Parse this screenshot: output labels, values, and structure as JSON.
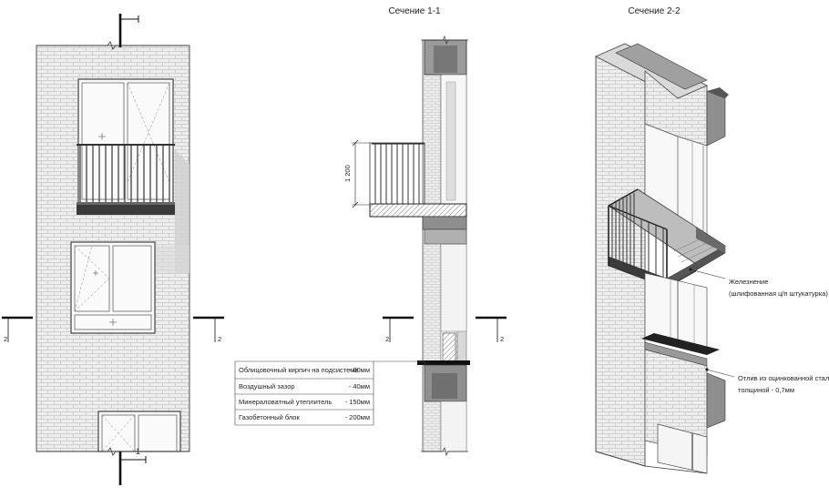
{
  "titles": {
    "section_1": "Сечение 1-1",
    "section_2": "Сечение 2-2"
  },
  "markers": {
    "cut_1": "1",
    "cut_2_left": "2",
    "cut_2_right": "2",
    "cut_2_mid_left": "2",
    "cut_2_mid_right": "2"
  },
  "dimension": {
    "railing_height": "1 200"
  },
  "layers": [
    {
      "name": "Облицовочный кирпич на подсистеме",
      "thickness": "- 80мм"
    },
    {
      "name": "Воздушный зазор",
      "thickness": "- 40мм"
    },
    {
      "name": "Минераловатный утеплитель",
      "thickness": "- 150мм"
    },
    {
      "name": "Газобетонный блок",
      "thickness": "- 200мм"
    }
  ],
  "annotations": {
    "soffit_1": "Железнение",
    "soffit_2": "(шлифованная ц/п штукатурка)",
    "drip_1": "Отлив из оцинкованной стали",
    "drip_2": "толщиной - 0,7мм"
  },
  "colors": {
    "brick_fill": "#ececec",
    "brick_line": "#c4c4c4",
    "shadow": "#d2d2d2",
    "dark": "#3a3a3a",
    "ink": "#222222"
  }
}
